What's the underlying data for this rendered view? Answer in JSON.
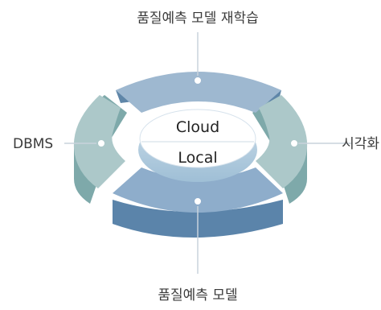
{
  "segments": [
    {
      "id": "top",
      "label": "품질예측 모델 재학습",
      "top_color": "#9eb8d0",
      "side_color": "#5f86a8"
    },
    {
      "id": "right",
      "label": "시각화",
      "top_color": "#acc8c9",
      "side_color": "#7ea9aa"
    },
    {
      "id": "bottom",
      "label": "품질예측 모델",
      "top_color": "#8eadcb",
      "side_color": "#5b84aa"
    },
    {
      "id": "left",
      "label": "DBMS",
      "top_color": "#acc8c9",
      "side_color": "#7ea9aa"
    }
  ],
  "center": {
    "upper": "Cloud",
    "lower": "Local"
  }
}
